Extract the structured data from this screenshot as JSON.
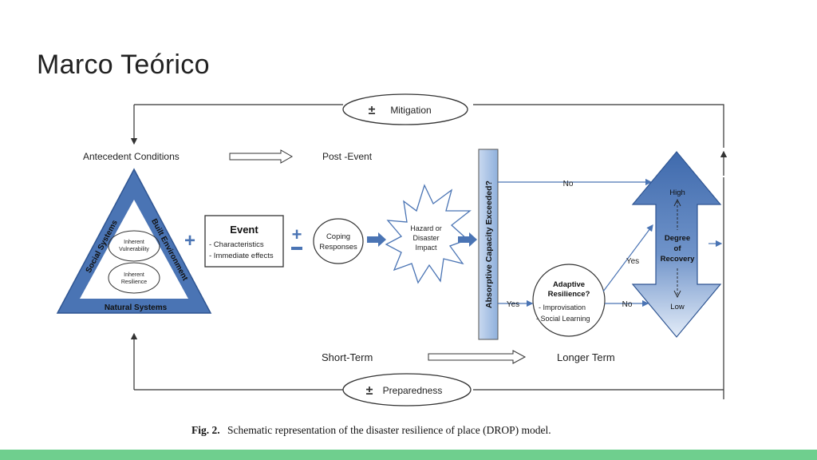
{
  "slide": {
    "title": "Marco Teórico",
    "accent_color": "#6fcf8e"
  },
  "diagram": {
    "top_loop_label": "Mitigation",
    "bottom_loop_label": "Preparedness",
    "antecedent_label": "Antecedent Conditions",
    "post_event_label": "Post -Event",
    "triangle": {
      "side_left": "Social Systems",
      "side_right": "Built Environment",
      "base": "Natural Systems",
      "inner_top_line1": "Inherent",
      "inner_top_line2": "Vulnerability",
      "inner_bottom_line1": "Inherent",
      "inner_bottom_line2": "Resilience"
    },
    "event_box": {
      "title": "Event",
      "line1": "- Characteristics",
      "line2": "- Immediate effects"
    },
    "coping": {
      "line1": "Coping",
      "line2": "Responses"
    },
    "hazard": {
      "line1": "Hazard or",
      "line2": "Disaster",
      "line3": "Impact"
    },
    "absorptive_label": "Absorptive Capacity Exceeded?",
    "no_top": "No",
    "yes_left": "Yes",
    "adaptive": {
      "line1": "Adaptive",
      "line2": "Resilience?",
      "line3": "- Improvisation",
      "line4": "- Social Learning"
    },
    "yes_right": "Yes",
    "no_right": "No",
    "recovery": {
      "high": "High",
      "line1": "Degree",
      "line2": "of",
      "line3": "Recovery",
      "low": "Low"
    },
    "short_term": "Short-Term",
    "longer_term": "Longer Term",
    "caption_prefix": "Fig. 2.",
    "caption_text": "Schematic representation of the disaster resilience of place (DROP) model.",
    "colors": {
      "blue": "#4a74b4",
      "light_blue": "#c5d6ee",
      "line": "#333333"
    },
    "icons": [
      "plus-minus-icon",
      "plus-icon",
      "plus-minus-icon"
    ]
  }
}
